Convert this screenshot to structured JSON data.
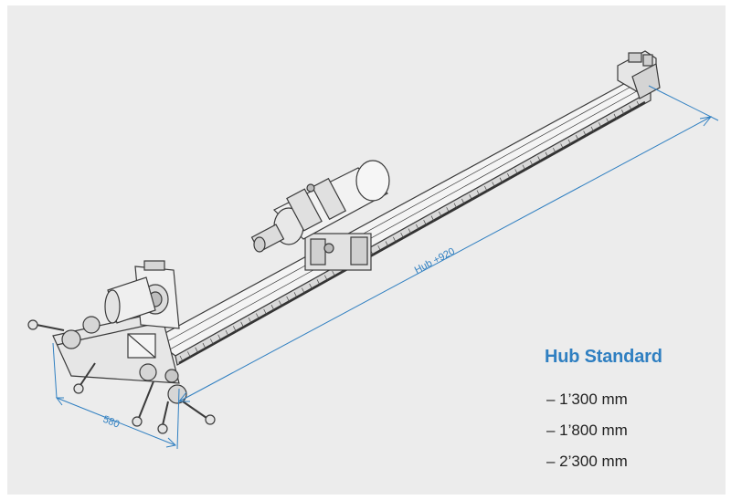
{
  "dimensions": {
    "stroke_label": "Hub +920",
    "width_label": "580"
  },
  "spec": {
    "title": "Hub Standard",
    "items": [
      "– 1’300 mm",
      "– 1’800 mm",
      "– 2’300 mm"
    ]
  },
  "colors": {
    "accent": "#2f7fc1",
    "background": "#ececec",
    "line": "#3a3a3a"
  }
}
